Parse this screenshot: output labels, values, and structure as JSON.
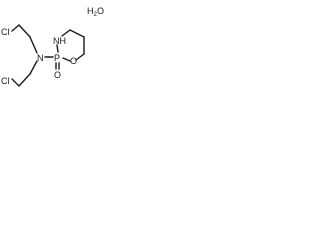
{
  "hydrate": {
    "symbol": "H",
    "subscript": "2",
    "tail": "O"
  },
  "atoms": {
    "chlorine_upper": "Cl",
    "chlorine_lower": "Cl",
    "nitrogen_amine": "N",
    "nitrogen_ring": "NH",
    "phosphorus": "P",
    "oxygen_ring": "O",
    "oxygen_double": "O"
  }
}
